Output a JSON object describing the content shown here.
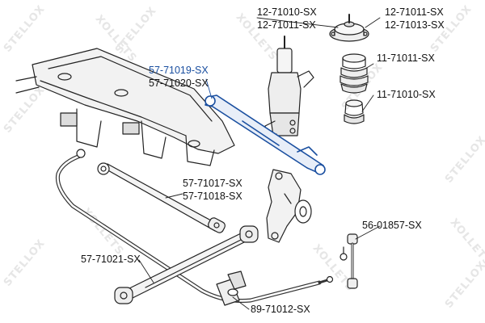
{
  "watermark": {
    "brand": "STELLOX",
    "mirrored_brand": "XOLLETS",
    "color": "#e6e6e6"
  },
  "highlight_color": "#1a4fa0",
  "part_labels": {
    "strut_mount_a": "12-71010-SX",
    "strut_mount_b": "12-71011-SX",
    "bearing_a": "12-71011-SX",
    "bearing_b": "12-71013-SX",
    "bump_stop_upper": "11-71011-SX",
    "bump_stop_lower": "11-71010-SX",
    "trailing_arm_a": "57-71019-SX",
    "trailing_arm_b": "57-71020-SX",
    "lateral_link_a": "57-71017-SX",
    "lateral_link_b": "57-71018-SX",
    "stabilizer_link": "56-01857-SX",
    "lower_link": "57-71021-SX",
    "stabilizer_bushing": "89-71012-SX"
  }
}
